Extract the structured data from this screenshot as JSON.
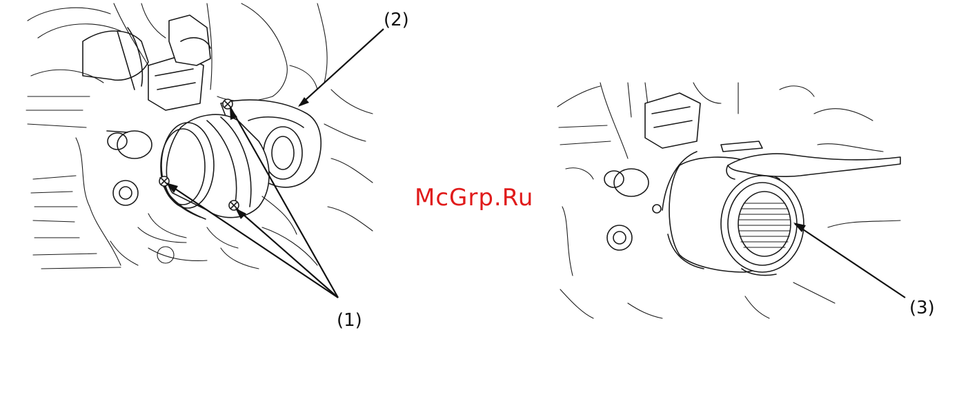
{
  "callouts": {
    "one": "(1)",
    "two": "(2)",
    "three": "(3)"
  },
  "watermark": "McGrp.Ru",
  "colors": {
    "line": "#1a1a1a",
    "watermark": "#e01b1b",
    "background": "#ffffff"
  }
}
